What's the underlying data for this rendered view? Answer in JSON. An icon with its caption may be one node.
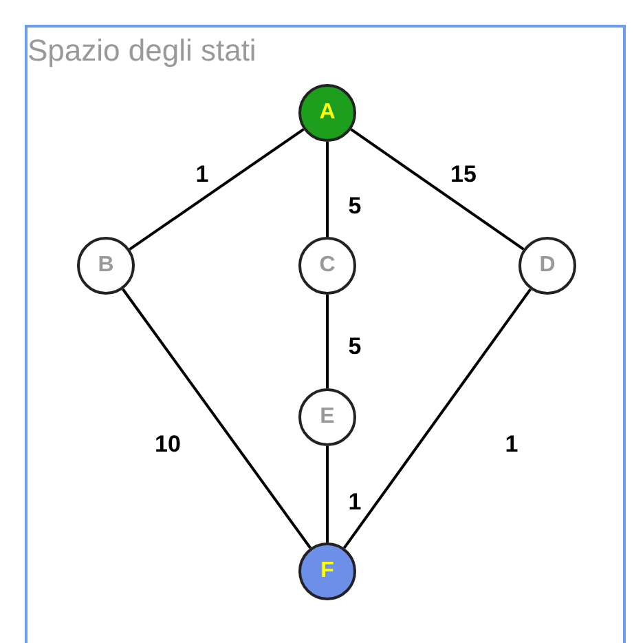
{
  "diagram": {
    "nodes": [
      {
        "text": [
          "Spazio degli stati"
        ]
      },
      {
        "text": [
          "A"
        ],
        "in": 0
      },
      {
        "text": [
          "B"
        ],
        "in": 0
      },
      {
        "text": [
          "C"
        ],
        "in": 0
      },
      {
        "text": [
          "D"
        ],
        "in": 0
      },
      {
        "text": [
          "E"
        ],
        "in": 0
      },
      {
        "text": [
          "F"
        ],
        "in": 0
      }
    ],
    "edges": [
      {
        "from": 1,
        "to": 2,
        "arrow": "none",
        "label": "1"
      },
      {
        "from": 1,
        "to": 3,
        "arrow": "none",
        "label": "5"
      },
      {
        "from": 1,
        "to": 4,
        "arrow": "none",
        "label": "15"
      },
      {
        "from": 2,
        "to": 6,
        "arrow": "none",
        "label": "10"
      },
      {
        "from": 3,
        "to": 5,
        "arrow": "none",
        "label": "5"
      },
      {
        "from": 5,
        "to": 6,
        "arrow": "none",
        "label": "1"
      },
      {
        "from": 4,
        "to": 6,
        "arrow": "none",
        "label": "1"
      }
    ]
  }
}
